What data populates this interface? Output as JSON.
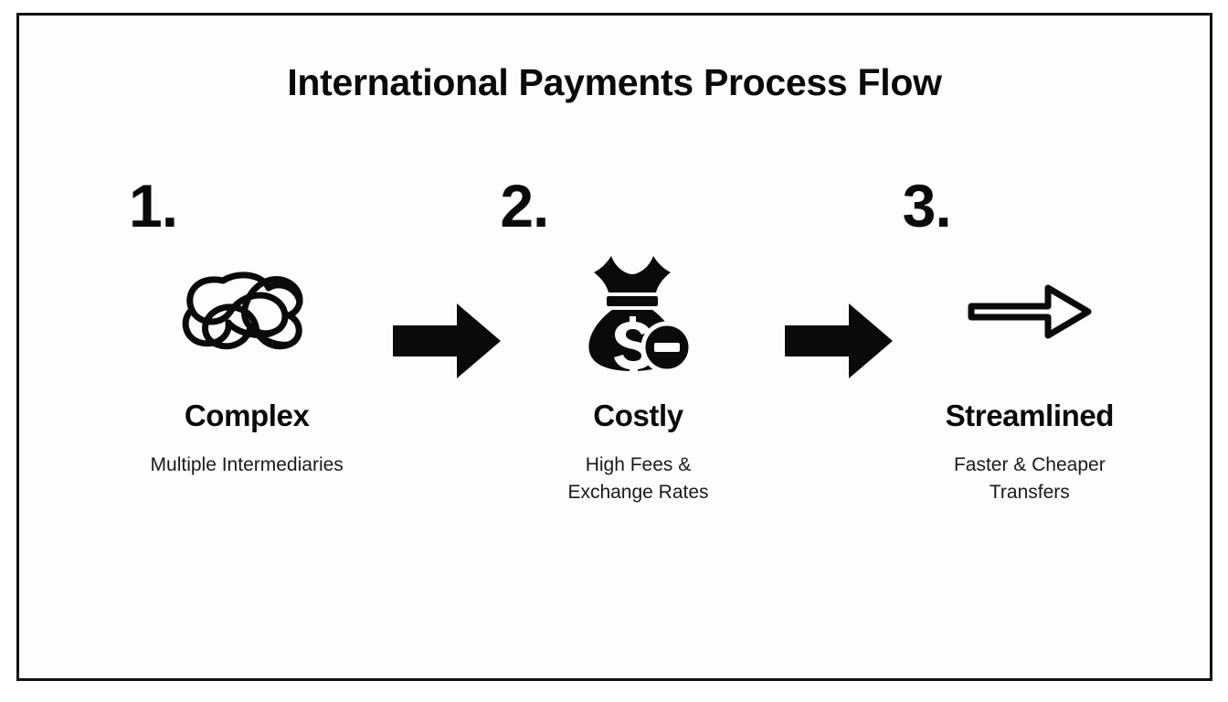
{
  "slide": {
    "title": "International Payments Process Flow",
    "border_color": "#111111",
    "background_color": "#fdfdfd",
    "text_color": "#0a0a0a"
  },
  "steps": [
    {
      "number": "1.",
      "icon": "tangled-knot-icon",
      "heading": "Complex",
      "caption": "Multiple Intermediaries"
    },
    {
      "number": "2.",
      "icon": "money-bag-minus-icon",
      "heading": "Costly",
      "caption": "High Fees &\nExchange Rates"
    },
    {
      "number": "3.",
      "icon": "outline-arrow-right-icon",
      "heading": "Streamlined",
      "caption": "Faster & Cheaper\nTransfers"
    }
  ],
  "connectors": [
    {
      "icon": "solid-arrow-right-icon"
    },
    {
      "icon": "solid-arrow-right-icon"
    }
  ]
}
